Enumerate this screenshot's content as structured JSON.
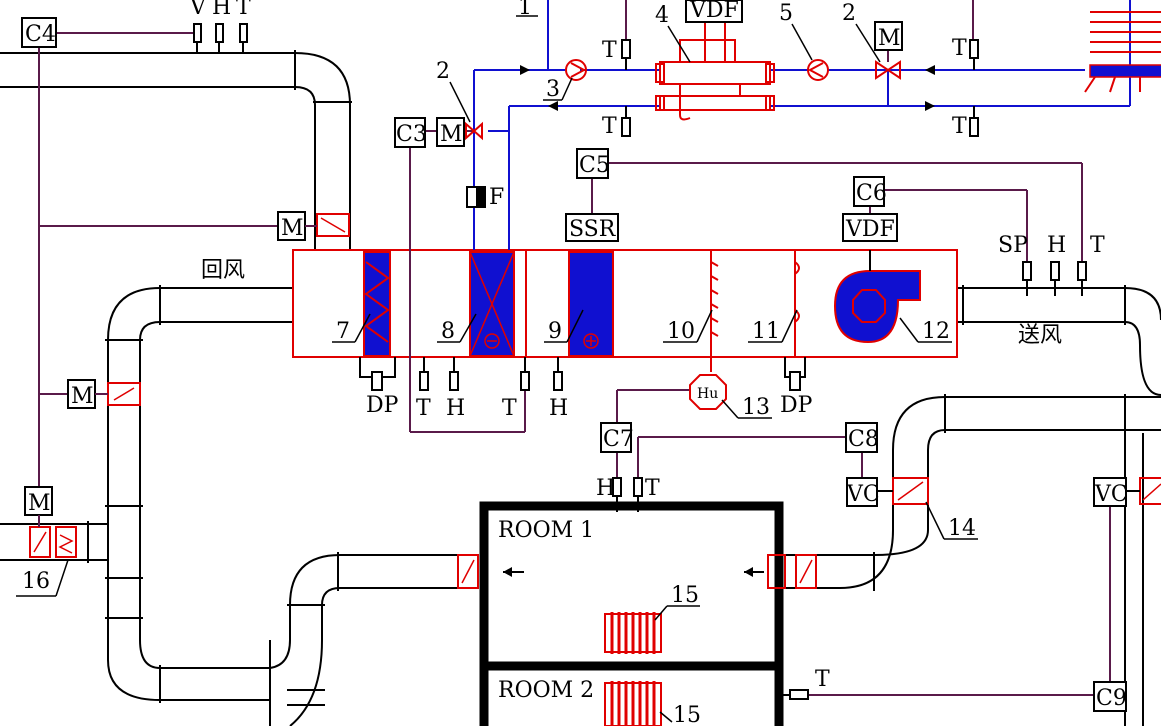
{
  "colors": {
    "duct": "#000000",
    "control": "#5a1a4a",
    "water": "#1010d0",
    "equipment": "#e00000",
    "fill": "#1010d0"
  },
  "controllers": {
    "c3": "C3",
    "c4": "C4",
    "c5": "C5",
    "c6": "C6",
    "c7": "C7",
    "c8": "C8",
    "c9": "C9"
  },
  "devices": {
    "vdf": "VDF",
    "ssr": "SSR",
    "motor": "M",
    "vc": "VC",
    "flow": "F",
    "humidistat": "Hu"
  },
  "sensors": {
    "t": "T",
    "h": "H",
    "dp": "DP",
    "sp": "SP",
    "v": "V"
  },
  "numbers": {
    "n1": "1",
    "n2": "2",
    "n3": "3",
    "n4": "4",
    "n5": "5",
    "n7": "7",
    "n8": "8",
    "n9": "9",
    "n10": "10",
    "n11": "11",
    "n12": "12",
    "n13": "13",
    "n14": "14",
    "n15": "15",
    "n16": "16"
  },
  "air": {
    "return": "回风",
    "supply": "送风"
  },
  "rooms": {
    "room1": "ROOM  1",
    "room2": "ROOM  2"
  },
  "coil_symbols": {
    "cooling": "⊖",
    "heating": "⊕"
  }
}
